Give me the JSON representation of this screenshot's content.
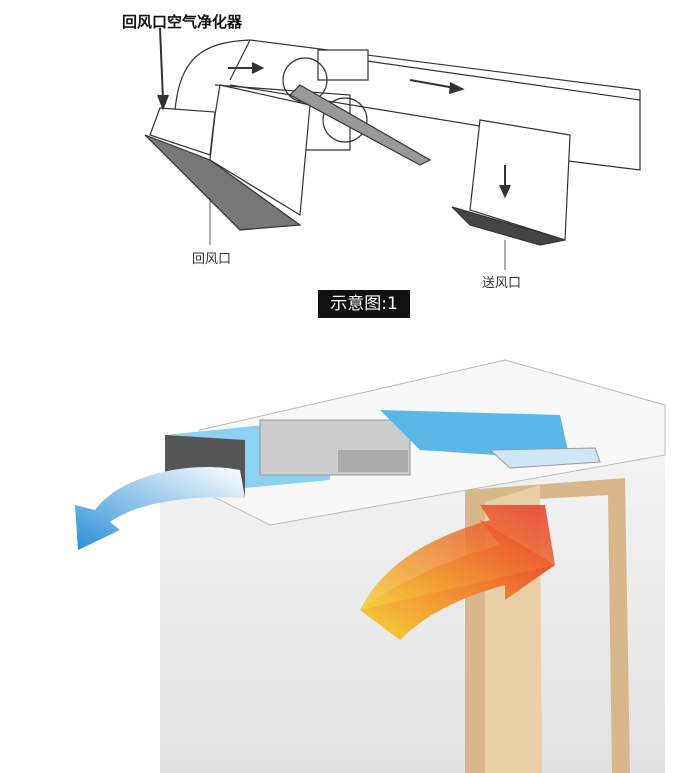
{
  "diagram1": {
    "purifier_label": "回风口空气净化器",
    "return_vent_label": "回风口",
    "supply_vent_label": "送风口",
    "caption": "示意图:1"
  },
  "colors": {
    "duct_blue": "#5ab8e8",
    "warm_arrow_start": "#f7d33a",
    "warm_arrow_end": "#e8352a",
    "cool_arrow": "#2a8fd6",
    "door": "#e9cfa8"
  }
}
